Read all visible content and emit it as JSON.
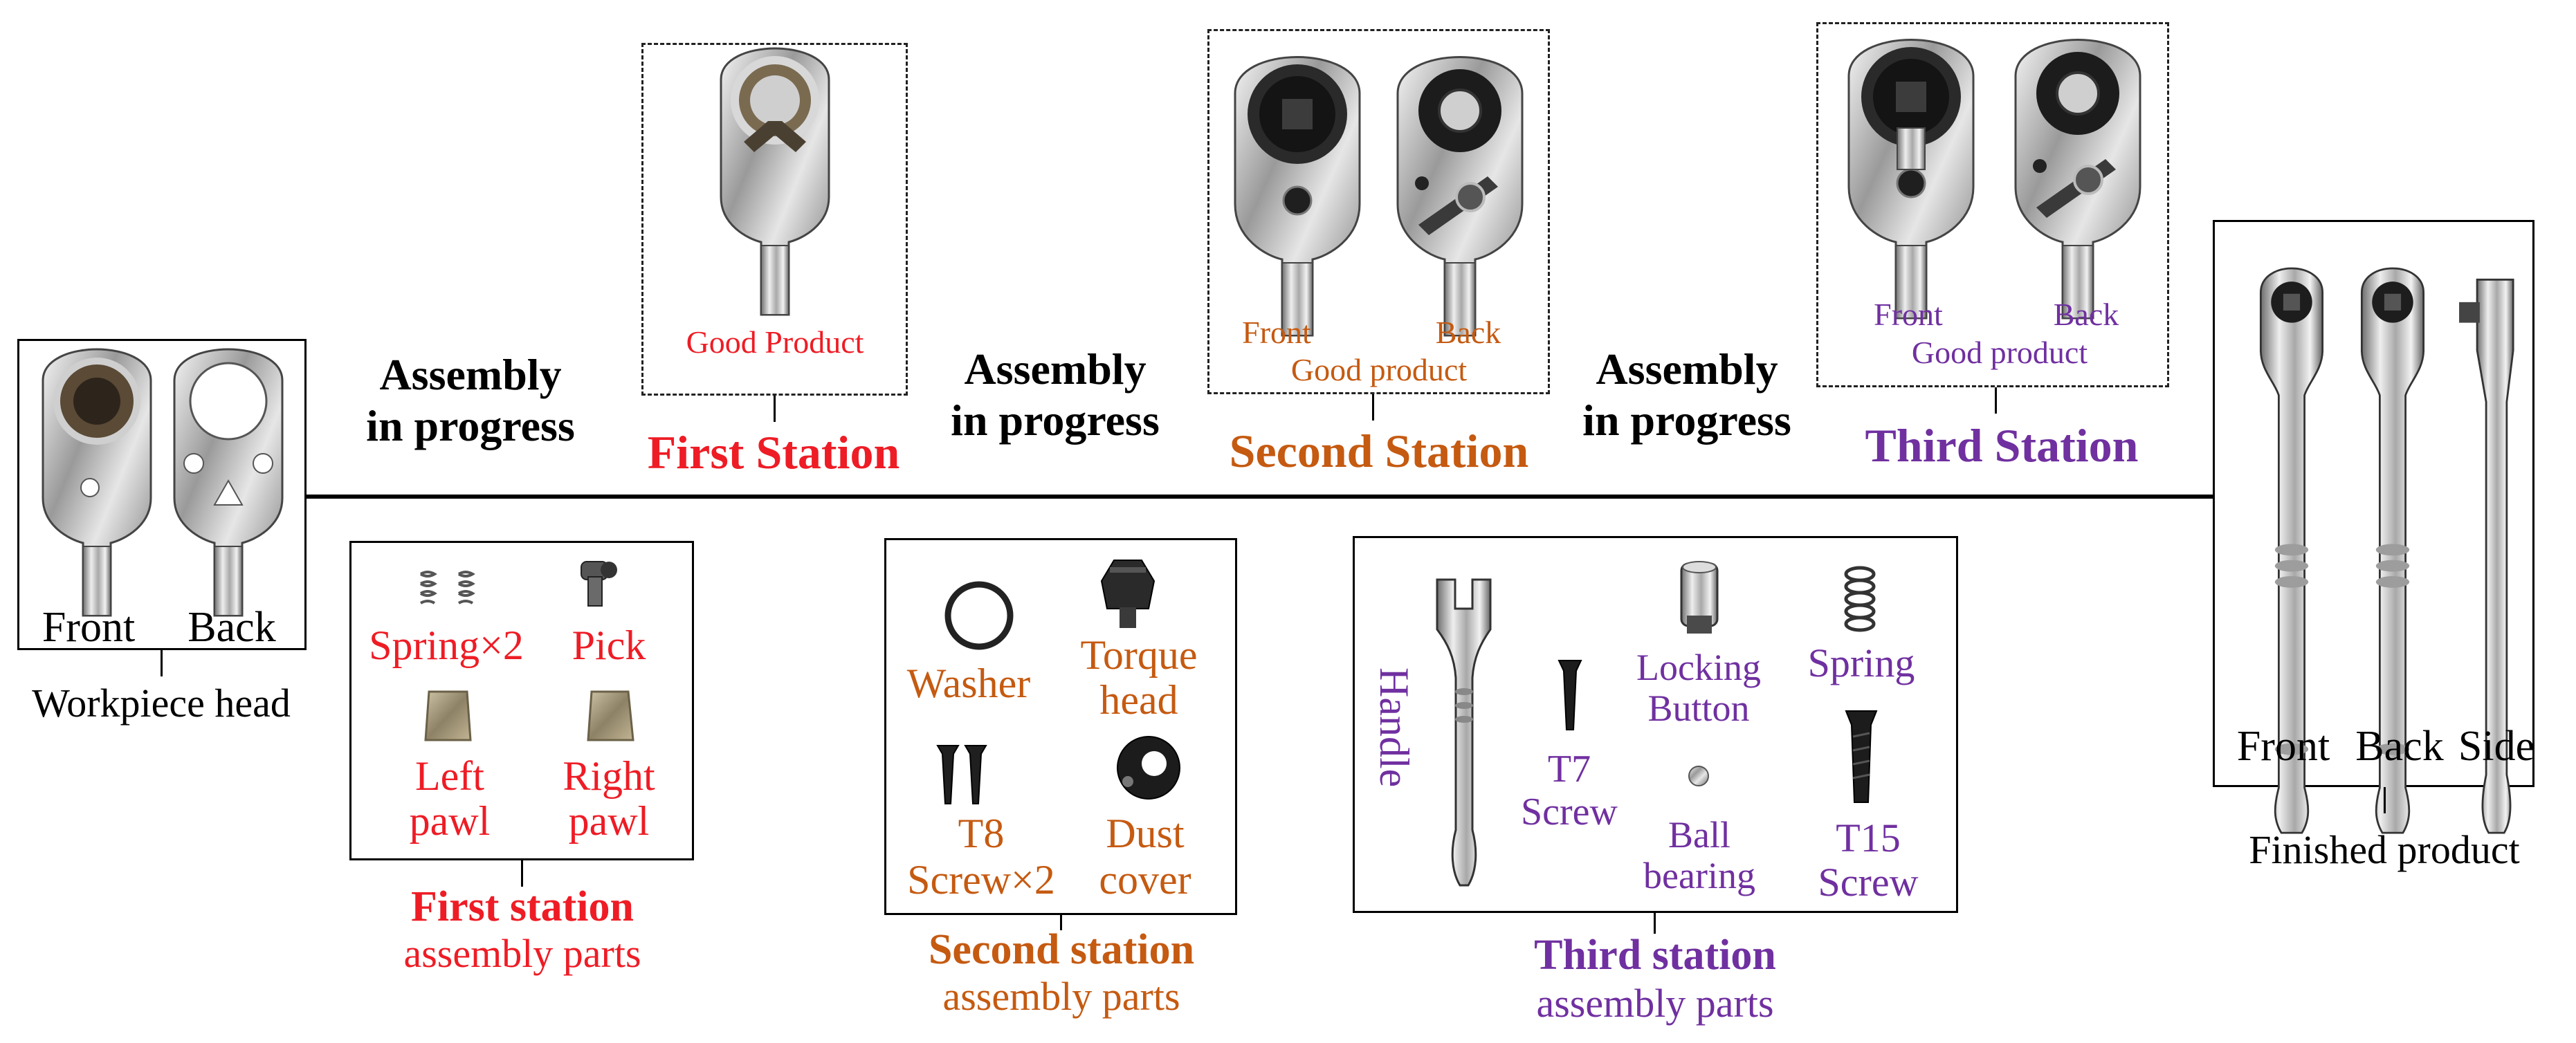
{
  "colors": {
    "red": "#ee1c25",
    "orange": "#c55a11",
    "purple": "#7030a0",
    "black": "#000000"
  },
  "stages": {
    "progress_label": [
      "Assembly",
      "in progress"
    ],
    "stations": [
      {
        "title": "First Station",
        "caption": "Good Product"
      },
      {
        "title": "Second Station",
        "front": "Front",
        "back": "Back",
        "caption": "Good product"
      },
      {
        "title": "Third Station",
        "front": "Front",
        "back": "Back",
        "caption": "Good product"
      }
    ]
  },
  "workpiece": {
    "front": "Front",
    "back": "Back",
    "caption": "Workpiece head"
  },
  "finished": {
    "front": "Front",
    "back": "Back",
    "side": "Side",
    "caption": "Finished product"
  },
  "parts": {
    "first": {
      "title": "First station",
      "subtitle": "assembly parts",
      "spring": "Spring×2",
      "pick": "Pick",
      "left_pawl": [
        "Left",
        "pawl"
      ],
      "right_pawl": [
        "Right",
        "pawl"
      ]
    },
    "second": {
      "title": "Second station",
      "subtitle": "assembly parts",
      "washer": "Washer",
      "torque_head": [
        "Torque",
        "head"
      ],
      "t8": [
        "T8",
        "Screw×2"
      ],
      "dust_cover": [
        "Dust",
        "cover"
      ]
    },
    "third": {
      "title": "Third station",
      "subtitle": "assembly parts",
      "handle": "Handle",
      "t7": [
        "T7",
        "Screw"
      ],
      "locking_button": [
        "Locking",
        "Button"
      ],
      "spring": "Spring",
      "ball": [
        "Ball",
        "bearing"
      ],
      "t15": [
        "T15",
        "Screw"
      ]
    }
  }
}
